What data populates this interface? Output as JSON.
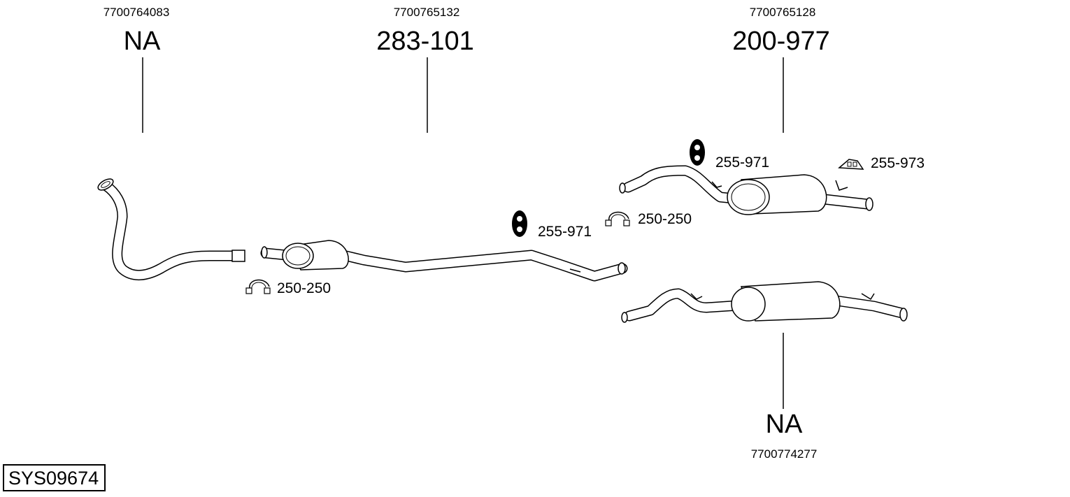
{
  "parts": [
    {
      "oem": "7700764083",
      "code": "NA"
    },
    {
      "oem": "7700765132",
      "code": "283-101"
    },
    {
      "oem": "7700765128",
      "code": "200-977"
    },
    {
      "oem": "7700774277",
      "code": "NA"
    }
  ],
  "accessories": {
    "clamp_left": "250-250",
    "hanger_mid": "255-971",
    "clamp_right": "250-250",
    "hanger_right": "255-971",
    "bracket_right": "255-973"
  },
  "system_id": "SYS09674"
}
